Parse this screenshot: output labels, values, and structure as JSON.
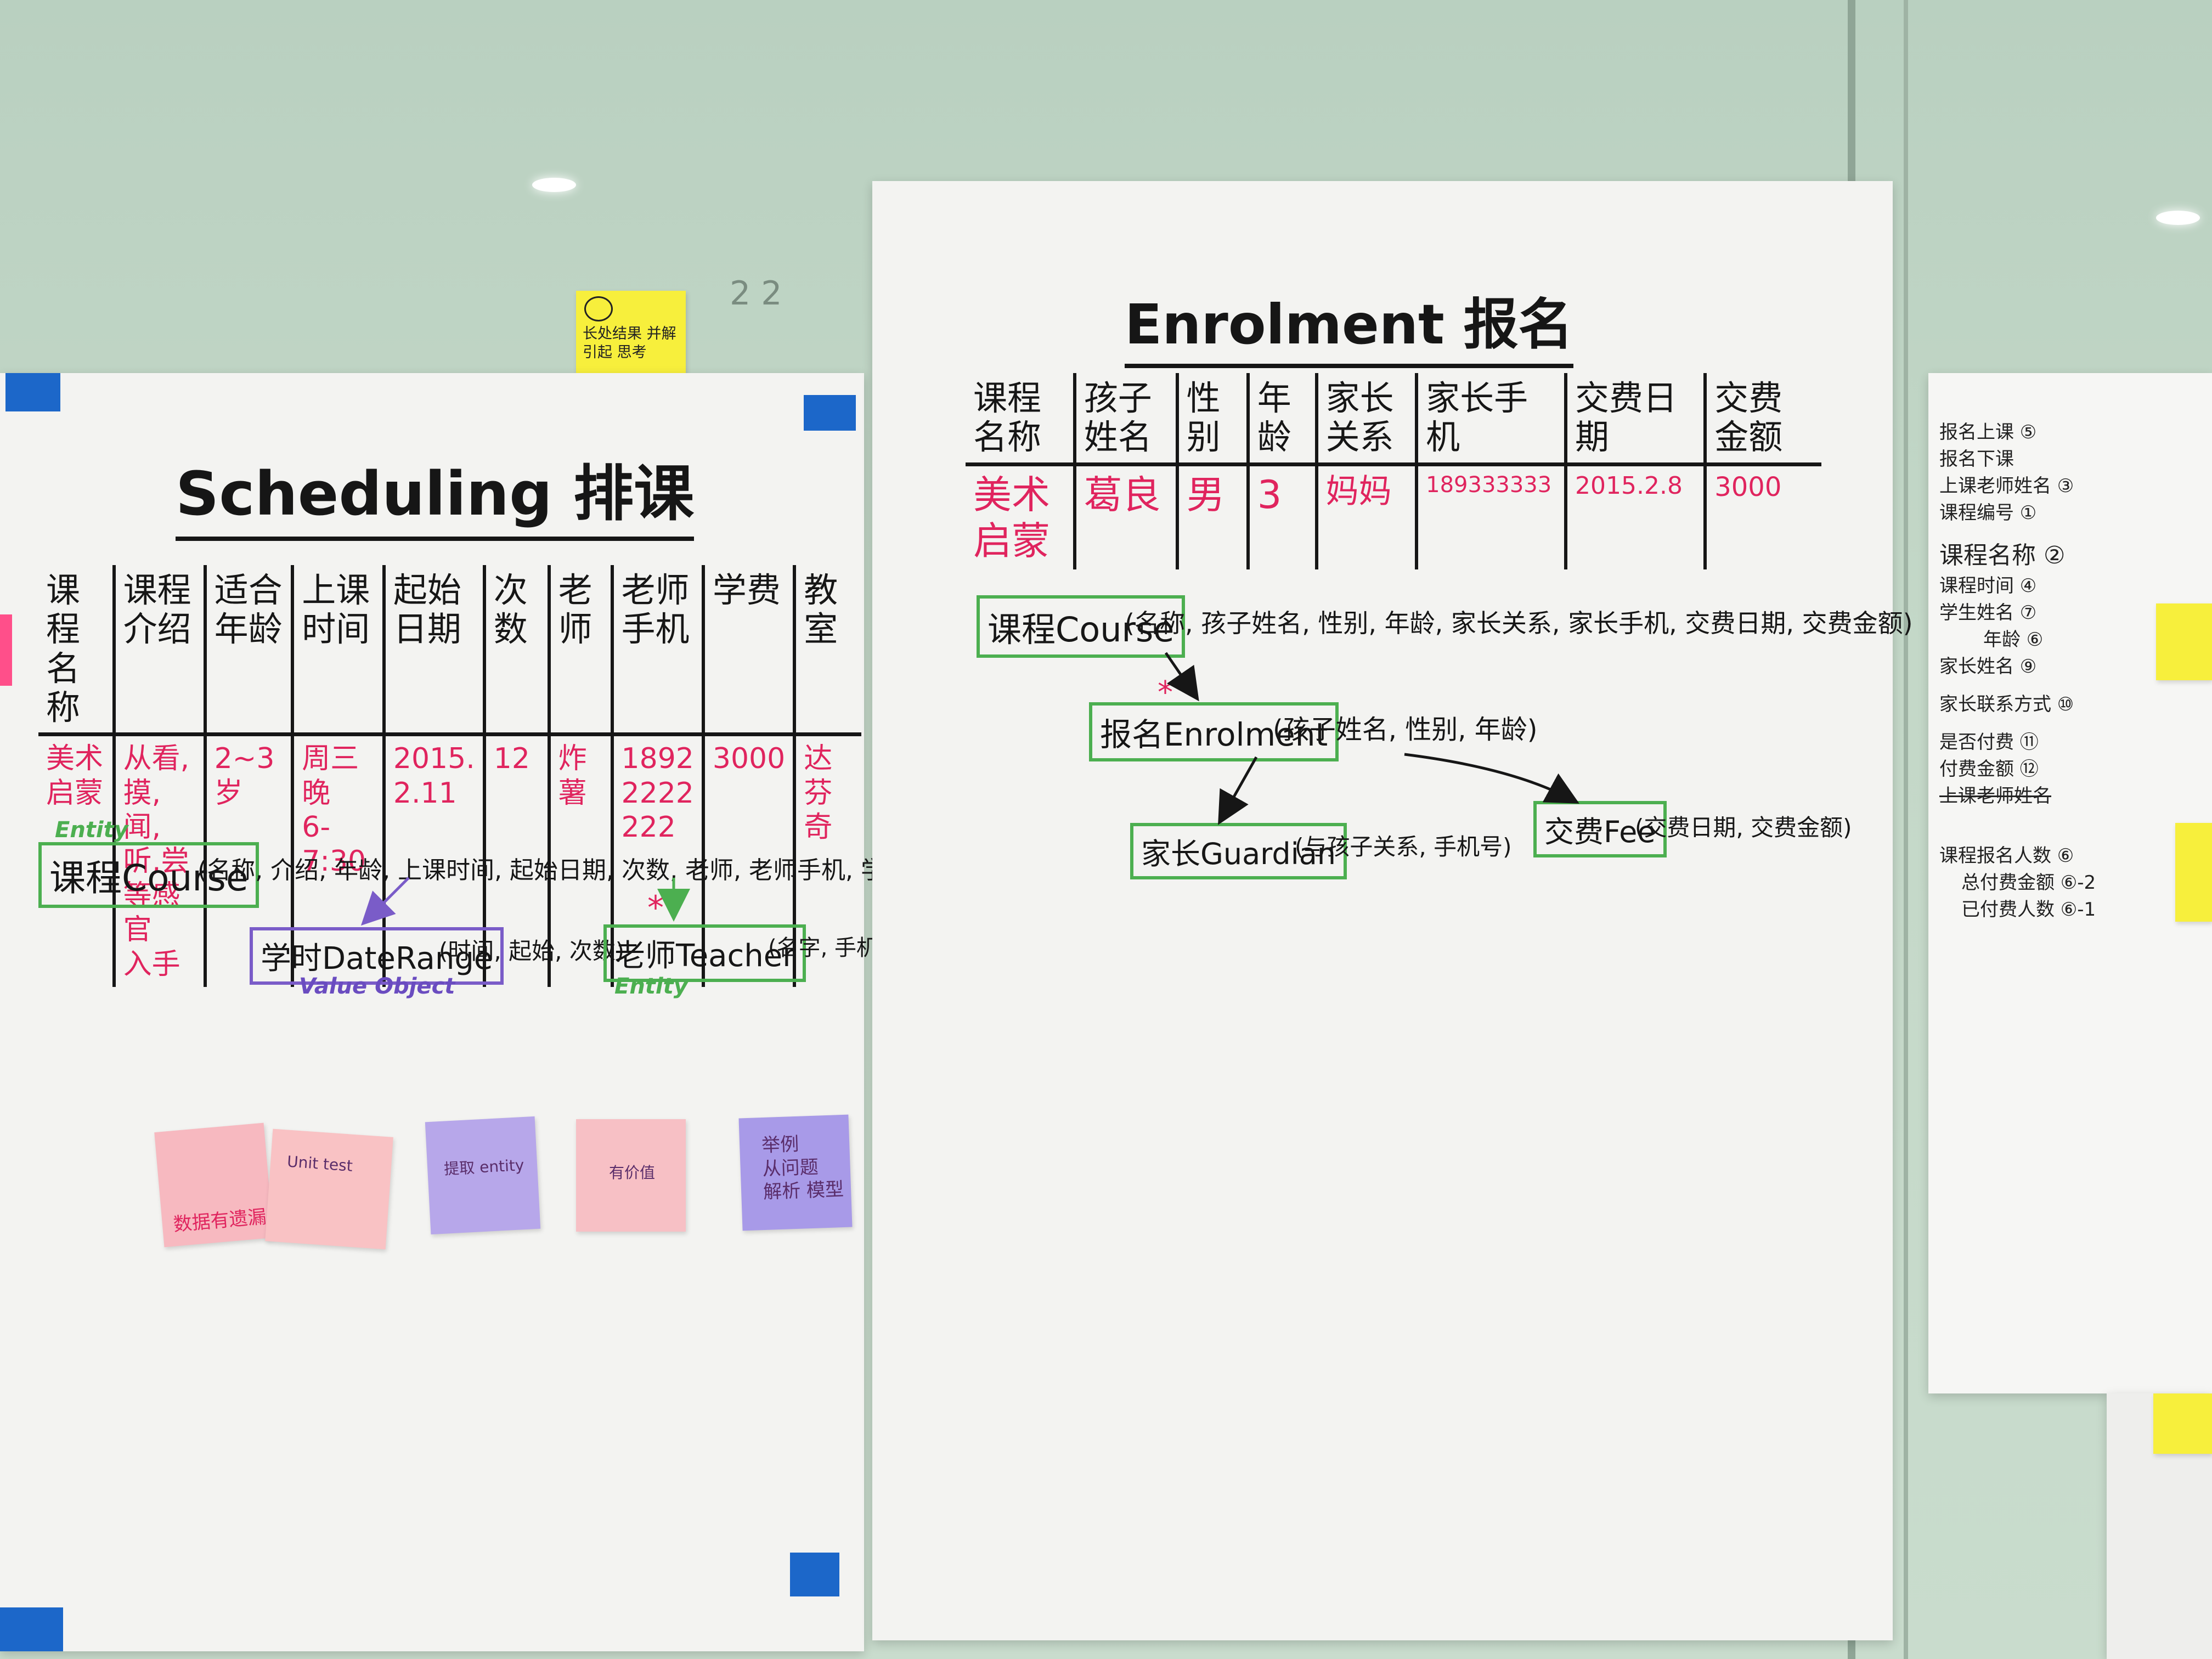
{
  "wall": {
    "mark": "2 2"
  },
  "top_sticky": {
    "text": "长处结果 并解\n引起 思考"
  },
  "scheduling": {
    "title": "Scheduling 排课",
    "headers": [
      "课程\n名称",
      "课程\n介绍",
      "适合\n年龄",
      "上课\n时间",
      "起始\n日期",
      "次数",
      "老师",
      "老师\n手机",
      "学费",
      "教室"
    ],
    "row": [
      "美术启蒙",
      "从看,摸,闻,\n听,尝等感官\n入手",
      "2~3岁",
      "周三晚\n6-7:30",
      "2015.\n2.11",
      "12",
      "炸\n薯",
      "1892\n2222\n222",
      "3000",
      "达芬奇"
    ],
    "entity_tag": "Entity",
    "course_box": "课程Course",
    "course_attrs": "(名称, 介绍, 年龄, 上课时间, 起始日期, 次数, 老师, 老师手机, 学费, 教室)",
    "daterange_box": "学时DateRange",
    "daterange_attrs": "(时间, 起始, 次数)",
    "value_object_tag": "Value Object",
    "teacher_box": "老师Teacher",
    "teacher_attrs": "(名字, 手机)",
    "teacher_tag": "Entity",
    "star": "*",
    "stickies": [
      {
        "text": "数据有遗漏"
      },
      {
        "text": "Unit test"
      },
      {
        "text": "提取 entity"
      },
      {
        "text": "有价值"
      },
      {
        "text": "举例\n从问题\n解析 模型"
      }
    ]
  },
  "enrolment": {
    "title": "Enrolment 报名",
    "headers": [
      "课程名称",
      "孩子姓名",
      "性别",
      "年龄",
      "家长关系",
      "家长手机",
      "交费日期",
      "交费金额"
    ],
    "row": [
      "美术启蒙",
      "葛良",
      "男",
      "3",
      "妈妈",
      "189333333",
      "2015.2.8",
      "3000"
    ],
    "course_box": "课程Course",
    "course_attrs": "(名称, 孩子姓名, 性别, 年龄, 家长关系, 家长手机, 交费日期, 交费金额)",
    "enrol_box": "报名Enrolment",
    "enrol_attrs": "(孩子姓名, 性别, 年龄)",
    "guardian_box": "家长Guardian",
    "guardian_attrs": "(与孩子关系, 手机号)",
    "fee_box": "交费Fee",
    "fee_attrs": "(交费日期, 交费金额)",
    "star": "*"
  },
  "right_sheet": {
    "lines": [
      "报名上课 ⑤",
      "报名下课",
      "上课老师姓名 ③",
      "课程编号 ①",
      "课程名称 ②",
      "课程时间 ④",
      "学生姓名 ⑦",
      "年龄 ⑥",
      "家长姓名 ⑨",
      "家长联系方式 ⑩",
      "是否付费 ⑪",
      "付费金额 ⑫",
      "上课老师姓名",
      "课程报名人数 ⑥",
      "总付费金额 ⑥-2",
      "已付费人数 ⑥-1"
    ]
  }
}
